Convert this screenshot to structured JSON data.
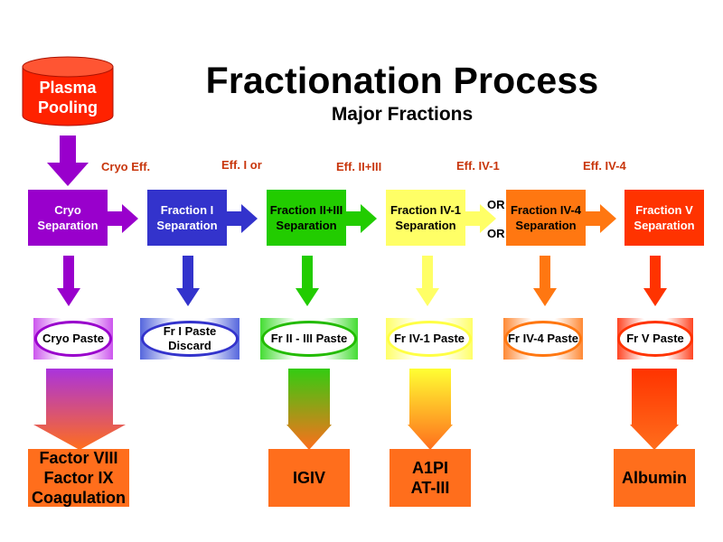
{
  "title": "Fractionation Process",
  "subtitle": "Major Fractions",
  "source": {
    "label": "Plasma Pooling",
    "color": "#ff2200"
  },
  "effluents": [
    {
      "label": "Cryo Eff."
    },
    {
      "label": "Eff. I or"
    },
    {
      "label": "Eff. II+III"
    },
    {
      "label": "Eff. IV-1"
    },
    {
      "label": "Eff. IV-4"
    }
  ],
  "or_labels": [
    "OR",
    "OR"
  ],
  "stages": [
    {
      "separation": "Cryo Separation",
      "paste": "Cryo Paste",
      "color": "#9900cc",
      "text_color": "#ffffff"
    },
    {
      "separation": "Fraction I Separation",
      "paste": "Fr I Paste Discard",
      "color": "#3333cc",
      "text_color": "#ffffff"
    },
    {
      "separation": "Fraction II+III Separation",
      "paste": "Fr II - III Paste",
      "color": "#22cc00",
      "text_color": "#000000"
    },
    {
      "separation": "Fraction IV-1 Separation",
      "paste": "Fr IV-1 Paste",
      "color": "#ffff66",
      "text_color": "#000000"
    },
    {
      "separation": "Fraction IV-4 Separation",
      "paste": "Fr IV-4 Paste",
      "color": "#ff7711",
      "text_color": "#000000"
    },
    {
      "separation": "Fraction V Separation",
      "paste": "Fr V Paste",
      "color": "#ff3300",
      "text_color": "#ffffff"
    }
  ],
  "products": [
    {
      "lines": [
        "Factor VIII",
        "Factor IX",
        "Coagulation"
      ]
    },
    {
      "lines": [
        "IGIV"
      ]
    },
    {
      "lines": [
        "A1PI",
        "AT-III"
      ]
    },
    {
      "lines": [
        "Albumin"
      ]
    }
  ]
}
